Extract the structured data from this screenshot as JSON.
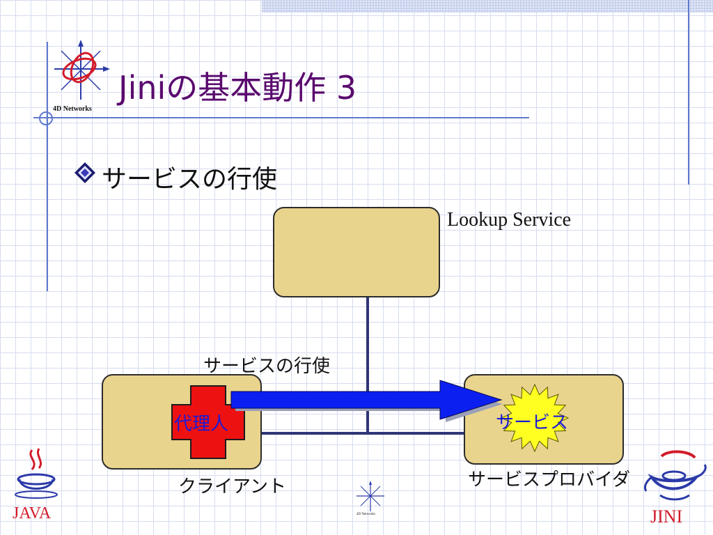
{
  "slide": {
    "title": "Jiniの基本動作 3",
    "bullet": "サービスの行使",
    "logo_text": "4D Networks",
    "footer_logo_text": "4D Networks",
    "java_logo_text": "JAVA",
    "jini_logo_text": "JINI"
  },
  "diagram": {
    "lookup_label": "Lookup Service",
    "arrow_label": "サービスの行使",
    "proxy_label": "代理人",
    "service_label": "サービス",
    "client_label": "クライアント",
    "provider_label": "サービスプロバイダ"
  },
  "colors": {
    "title": "#5a0a6e",
    "box_fill": "#e9d48e",
    "arrow": "#0a1ff0",
    "proxy": "#ee1111",
    "star": "#ffff22",
    "node_text": "#1a1ad8"
  }
}
